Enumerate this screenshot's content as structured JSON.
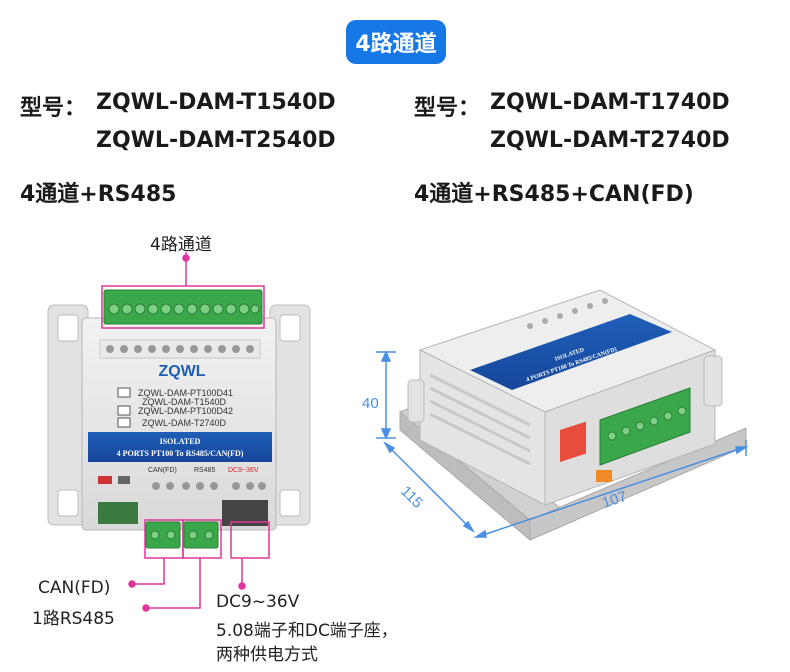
{
  "badge": {
    "text": "4路通道"
  },
  "left_spec": {
    "model_label": "型号：",
    "model_1": "ZQWL-DAM-T1540D",
    "model_2": "ZQWL-DAM-T2540D",
    "feature": "4通道+RS485"
  },
  "right_spec": {
    "model_label": "型号：",
    "model_1": "ZQWL-DAM-T1740D",
    "model_2": "ZQWL-DAM-T2740D",
    "feature": "4通道+RS485+CAN(FD)"
  },
  "callouts": {
    "channels": "4路通道",
    "can": "CAN(FD)",
    "rs485": "1路RS485",
    "power_line1": "DC9~36V",
    "power_line2": "5.08端子和DC端子座，",
    "power_line3": "两种供电方式"
  },
  "device_left": {
    "logo": "ZQWL",
    "model_lines": [
      "ZQWL-DAM-PT100D41",
      "ZQWL-DAM-T1540D",
      "ZQWL-DAM-PT100D42",
      "ZQWL-DAM-T2740D"
    ],
    "isolated": "ISOLATED",
    "desc": "4 PORTS PT100 To RS485/CAN(FD)",
    "can_label": "CAN(FD)",
    "rs485_label": "RS485",
    "power_label": "DC9~36V"
  },
  "device_right": {
    "isolated": "ISOLATED",
    "desc": "4 PORTS PT100 To RS485/CAN(FD)"
  },
  "dimensions": {
    "height": "40",
    "depth": "115",
    "width": "107"
  },
  "colors": {
    "accent": "#1677e6",
    "callout": "#e0359a",
    "terminal": "#3aa84a",
    "dim": "#4a90e2"
  }
}
